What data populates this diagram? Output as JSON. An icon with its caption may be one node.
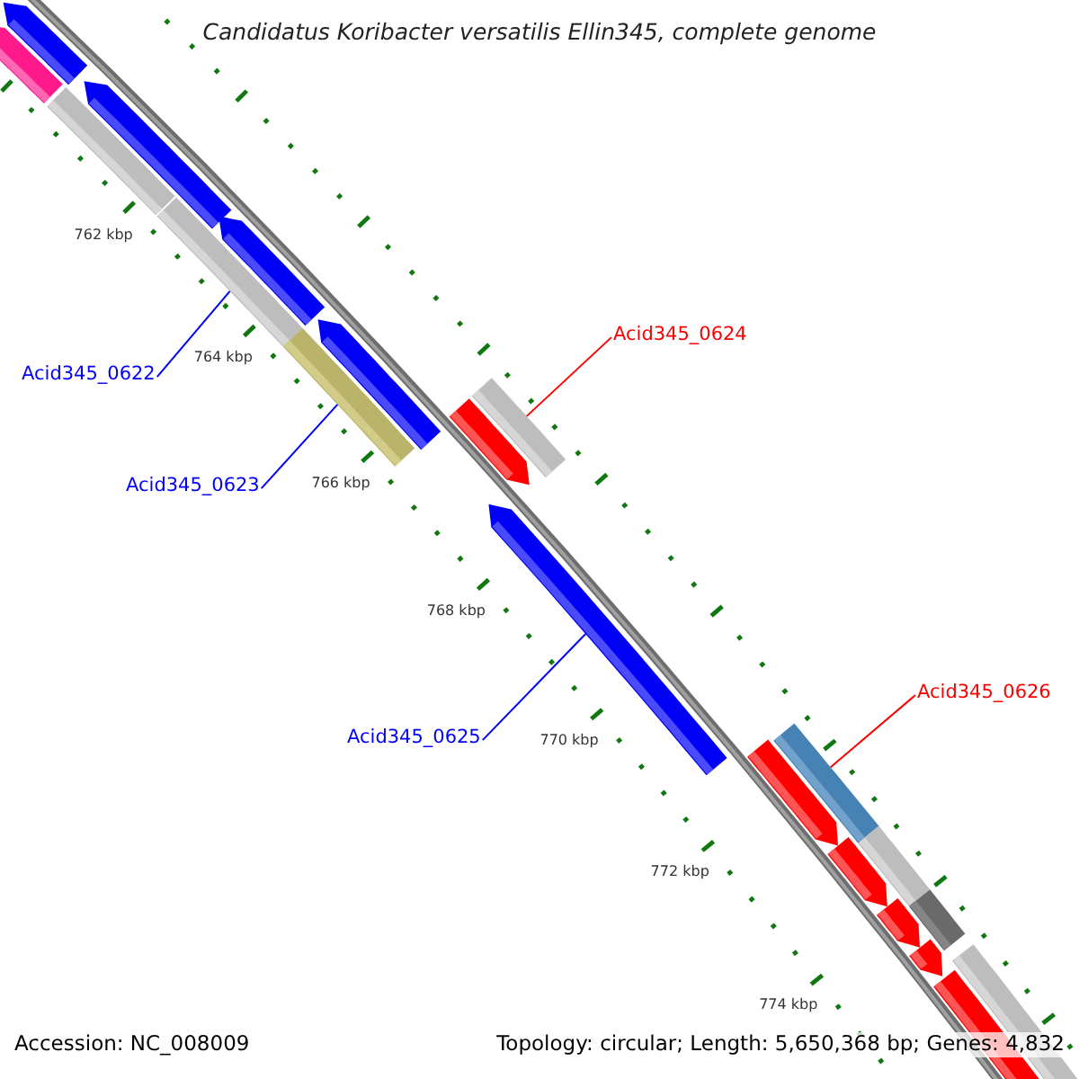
{
  "diagram": {
    "title": "Candidatus Koribacter versatilis Ellin345, complete genome",
    "nodes": [
      {
        "text": [
          "Acid345_0622"
        ]
      },
      {
        "text": [],
        "shape": "bar"
      },
      {
        "text": [
          "Acid345_0623"
        ]
      },
      {
        "text": [],
        "shape": "bar"
      },
      {
        "text": [
          "Acid345_0624"
        ]
      },
      {
        "text": [],
        "shape": "bar"
      },
      {
        "text": [
          "Acid345_0625"
        ]
      },
      {
        "text": [],
        "shape": "arrow"
      },
      {
        "text": [
          "Acid345_0626"
        ]
      },
      {
        "text": [],
        "shape": "bar"
      }
    ],
    "edges": [
      {
        "from": 0,
        "to": 1,
        "arrow": "none"
      },
      {
        "from": 2,
        "to": 3,
        "arrow": "none"
      },
      {
        "from": 4,
        "to": 5,
        "arrow": "none",
        "color": "#ff0000"
      },
      {
        "from": 6,
        "to": 7,
        "arrow": "none"
      },
      {
        "from": 8,
        "to": 9,
        "arrow": "none",
        "color": "#ff0000"
      }
    ],
    "labels": [
      "762 kbp",
      "764 kbp",
      "766 kbp",
      "768 kbp",
      "770 kbp",
      "772 kbp",
      "774 kbp",
      "Accession: NC_008009",
      "Topology: circular; Length: 5,650,368 bp; Genes: 4,832"
    ]
  }
}
